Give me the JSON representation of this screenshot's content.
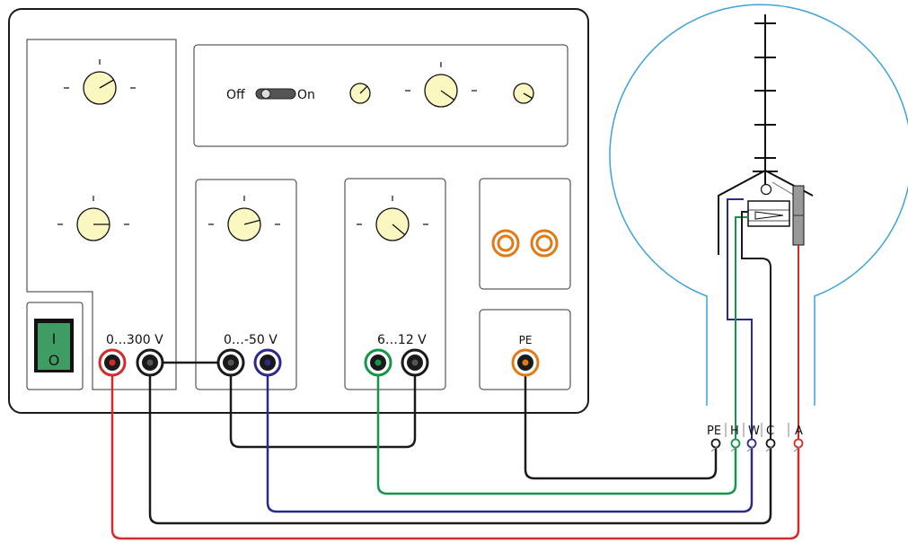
{
  "switch": {
    "off_label": "Off",
    "on_label": "On"
  },
  "power_switch": {
    "on_symbol": "I",
    "off_symbol": "O"
  },
  "sockets": {
    "s1_label": "0…300 V",
    "s2_label": "0…-50 V",
    "s3_label": "6…12 V",
    "pe_label": "PE"
  },
  "tube_terminals": [
    "PE",
    "H",
    "W",
    "C",
    "A"
  ],
  "colors": {
    "red": "#d42a2a",
    "black": "#1a1a1a",
    "blue": "#2b2a8a",
    "green": "#15944a",
    "orange": "#e07a17",
    "knob": "#fbf7c0",
    "switch_green": "#2e8b57",
    "tube_outline": "#3ba3d9"
  }
}
